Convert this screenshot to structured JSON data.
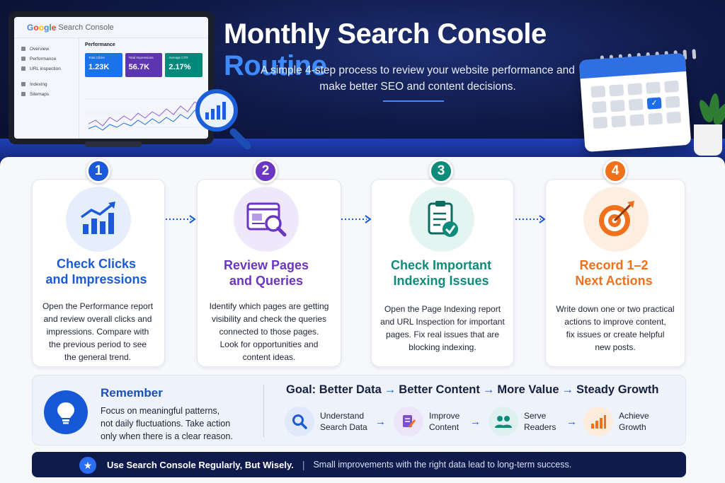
{
  "header": {
    "title_main": "Monthly Search Console ",
    "title_accent": "Routine",
    "subtitle_line1": "A simple 4-step process to review your website performance and",
    "subtitle_line2": "make better SEO and content decisions."
  },
  "monitor": {
    "logo": "Google",
    "product": "Search Console",
    "nav": [
      "Overview",
      "Performance",
      "URL inspection",
      "Indexing",
      "Sitemaps"
    ],
    "section": "Performance",
    "tiles": [
      {
        "label": "Total Clicks",
        "value": "1.23K"
      },
      {
        "label": "Total Impressions",
        "value": "56.7K"
      },
      {
        "label": "Average CTR",
        "value": "2.17%"
      }
    ]
  },
  "steps": [
    {
      "number": "1",
      "title_l1": "Check Clicks",
      "title_l2": "and Impressions",
      "desc": [
        "Open the Performance report",
        "and review overall clicks and",
        "impressions. Compare with",
        "the previous period to see",
        "the general trend."
      ],
      "color": "#1a5ad8"
    },
    {
      "number": "2",
      "title_l1": "Review Pages",
      "title_l2": "and Queries",
      "desc": [
        "Identify which pages are getting",
        "visibility and check the queries",
        "connected to those pages.",
        "Look for opportunities and",
        "content ideas."
      ],
      "color": "#6a36c2"
    },
    {
      "number": "3",
      "title_l1": "Check Important",
      "title_l2": "Indexing Issues",
      "desc": [
        "Open the Page Indexing report",
        "and URL Inspection for important",
        "pages. Fix real issues that are",
        "blocking indexing."
      ],
      "color": "#0d8b7b"
    },
    {
      "number": "4",
      "title_l1": "Record 1–2",
      "title_l2": "Next Actions",
      "desc": [
        "Write down one or two practical",
        "actions to improve content,",
        "fix issues or create helpful",
        "new posts."
      ],
      "color": "#f0701c"
    }
  ],
  "remember": {
    "title": "Remember",
    "text_l1": "Focus on meaningful patterns,",
    "text_l2": "not daily fluctuations. Take action",
    "text_l3": "only when there is a clear reason."
  },
  "goal": {
    "parts": [
      "Goal: Better Data",
      "Better Content",
      "More Value",
      "Steady Growth"
    ],
    "arrow": "→",
    "items": [
      {
        "l1": "Understand",
        "l2": "Search Data"
      },
      {
        "l1": "Improve",
        "l2": "Content"
      },
      {
        "l1": "Serve",
        "l2": "Readers"
      },
      {
        "l1": "Achieve",
        "l2": "Growth"
      }
    ]
  },
  "footer": {
    "strong": "Use Search Console Regularly, But Wisely.",
    "separator": "|",
    "light": "Small improvements with the right data lead to long-term success."
  }
}
